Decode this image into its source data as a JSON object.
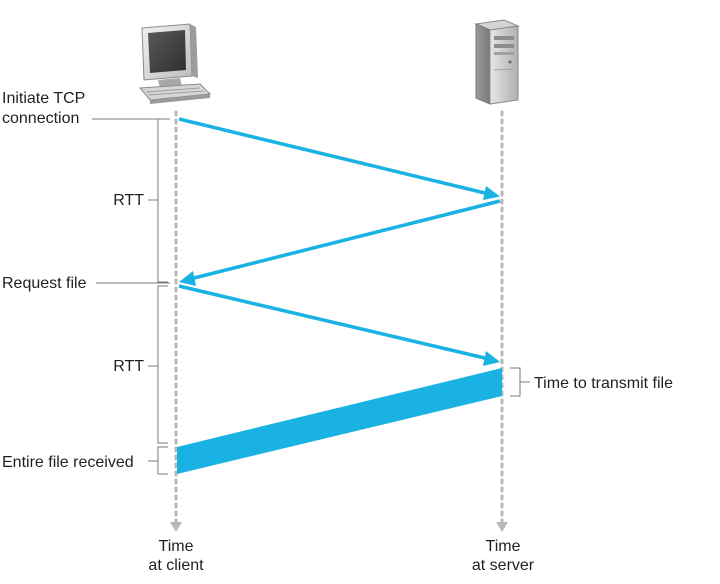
{
  "colors": {
    "accent": "#1ab2e3",
    "timeline": "#b8b8b8",
    "bracket": "#7a7a7a",
    "text": "#231f20"
  },
  "icons": {
    "client": "desktop-computer-icon",
    "server": "server-tower-icon"
  },
  "labels": {
    "initiate_line1": "Initiate TCP",
    "initiate_line2": "connection",
    "rtt_first": "RTT",
    "request_file": "Request file",
    "rtt_second": "RTT",
    "entire_file_received": "Entire file received",
    "time_to_transmit": "Time to transmit file"
  },
  "axes": {
    "client_line1": "Time",
    "client_line2": "at client",
    "server_line1": "Time",
    "server_line2": "at server"
  }
}
